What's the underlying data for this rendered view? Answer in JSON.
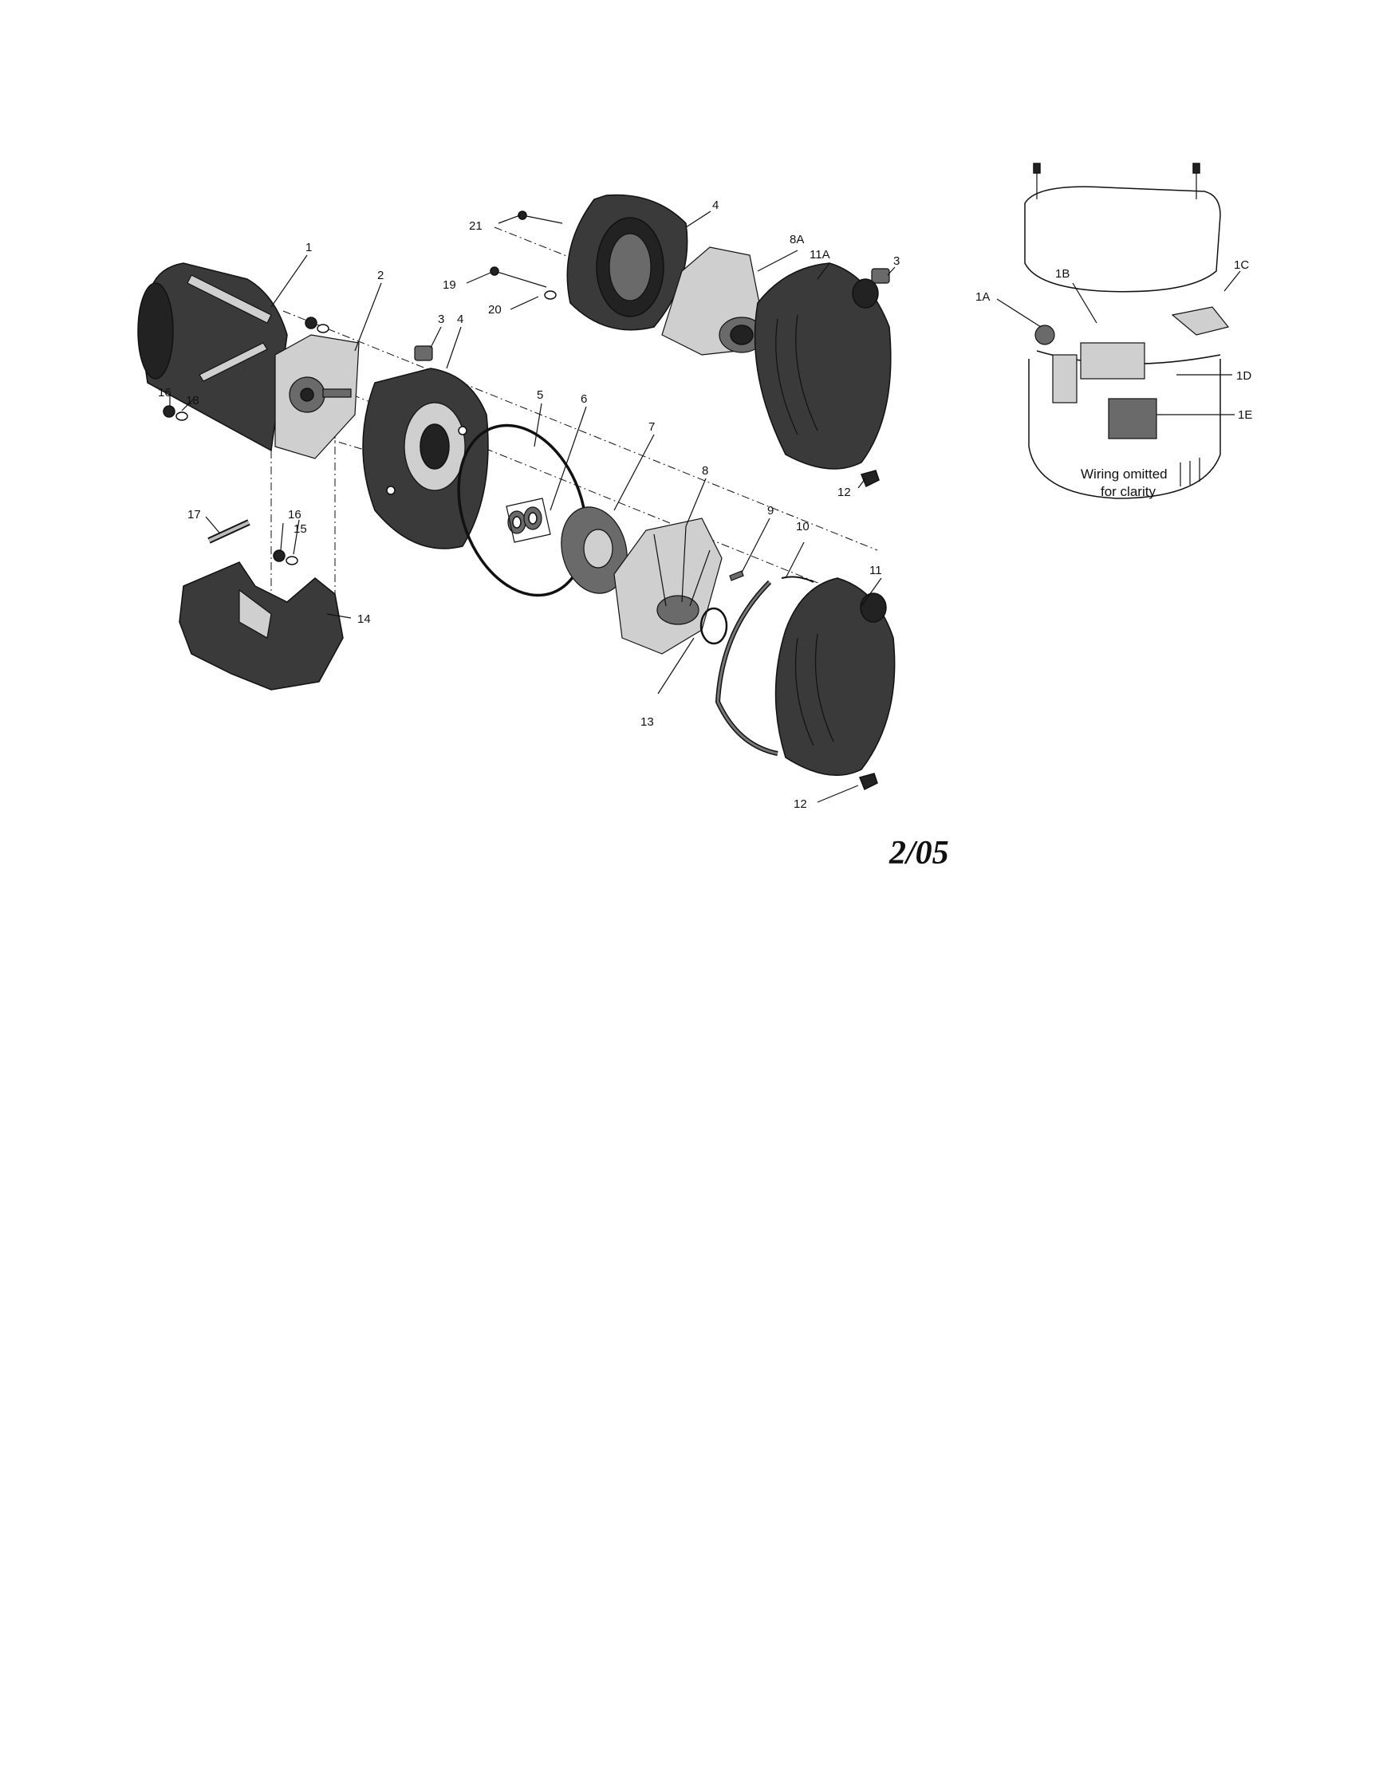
{
  "labels": {
    "p1": "1",
    "p2": "2",
    "p3a": "3",
    "p3b": "3",
    "p4a": "4",
    "p4b": "4",
    "p5": "5",
    "p6": "6",
    "p7": "7",
    "p8": "8",
    "p8A": "8A",
    "p9": "9",
    "p10": "10",
    "p11": "11",
    "p11A": "11A",
    "p12a": "12",
    "p12b": "12",
    "p13": "13",
    "p14": "14",
    "p15": "15",
    "p16a": "16",
    "p16b": "16",
    "p17": "17",
    "p18": "18",
    "p19": "19",
    "p20": "20",
    "p21": "21",
    "p1A": "1A",
    "p1B": "1B",
    "p1C": "1C",
    "p1D": "1D",
    "p1E": "1E"
  },
  "note": {
    "line1": "Wiring omitted",
    "line2": "for clarity"
  },
  "date": "2/05"
}
